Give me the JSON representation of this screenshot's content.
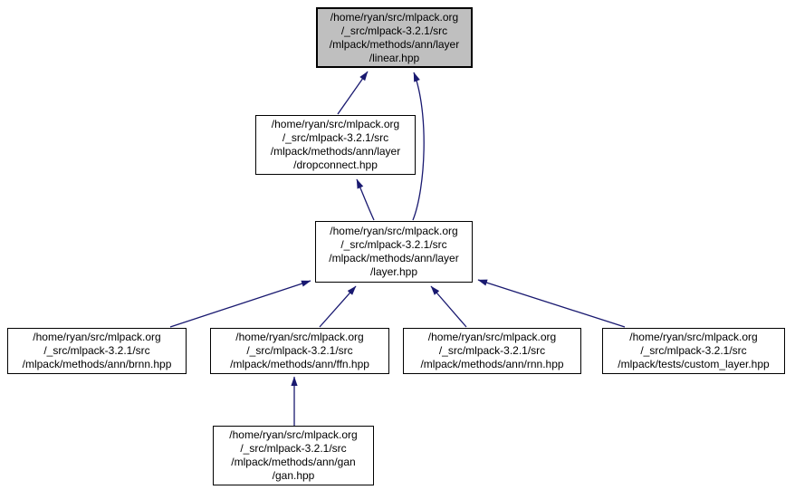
{
  "graph": {
    "type": "include-dependency-graph",
    "colors": {
      "edge": "#191970",
      "node_border": "#000000",
      "node_fill": "#ffffff",
      "highlight_fill": "#bfbfbf",
      "background": "#ffffff"
    },
    "nodes": {
      "linear": {
        "highlighted": true,
        "lines": [
          "/home/ryan/src/mlpack.org",
          "/_src/mlpack-3.2.1/src",
          "/mlpack/methods/ann/layer",
          "/linear.hpp"
        ]
      },
      "dropconnect": {
        "lines": [
          "/home/ryan/src/mlpack.org",
          "/_src/mlpack-3.2.1/src",
          "/mlpack/methods/ann/layer",
          "/dropconnect.hpp"
        ]
      },
      "layer": {
        "lines": [
          "/home/ryan/src/mlpack.org",
          "/_src/mlpack-3.2.1/src",
          "/mlpack/methods/ann/layer",
          "/layer.hpp"
        ]
      },
      "brnn": {
        "lines": [
          "/home/ryan/src/mlpack.org",
          "/_src/mlpack-3.2.1/src",
          "/mlpack/methods/ann/brnn.hpp"
        ]
      },
      "ffn": {
        "lines": [
          "/home/ryan/src/mlpack.org",
          "/_src/mlpack-3.2.1/src",
          "/mlpack/methods/ann/ffn.hpp"
        ]
      },
      "rnn": {
        "lines": [
          "/home/ryan/src/mlpack.org",
          "/_src/mlpack-3.2.1/src",
          "/mlpack/methods/ann/rnn.hpp"
        ]
      },
      "custom_layer": {
        "lines": [
          "/home/ryan/src/mlpack.org",
          "/_src/mlpack-3.2.1/src",
          "/mlpack/tests/custom_layer.hpp"
        ]
      },
      "gan": {
        "lines": [
          "/home/ryan/src/mlpack.org",
          "/_src/mlpack-3.2.1/src",
          "/mlpack/methods/ann/gan",
          "/gan.hpp"
        ]
      }
    },
    "edges": [
      {
        "from": "dropconnect",
        "to": "linear"
      },
      {
        "from": "layer",
        "to": "linear"
      },
      {
        "from": "layer",
        "to": "dropconnect"
      },
      {
        "from": "brnn",
        "to": "layer"
      },
      {
        "from": "ffn",
        "to": "layer"
      },
      {
        "from": "rnn",
        "to": "layer"
      },
      {
        "from": "custom_layer",
        "to": "layer"
      },
      {
        "from": "gan",
        "to": "ffn"
      }
    ]
  }
}
